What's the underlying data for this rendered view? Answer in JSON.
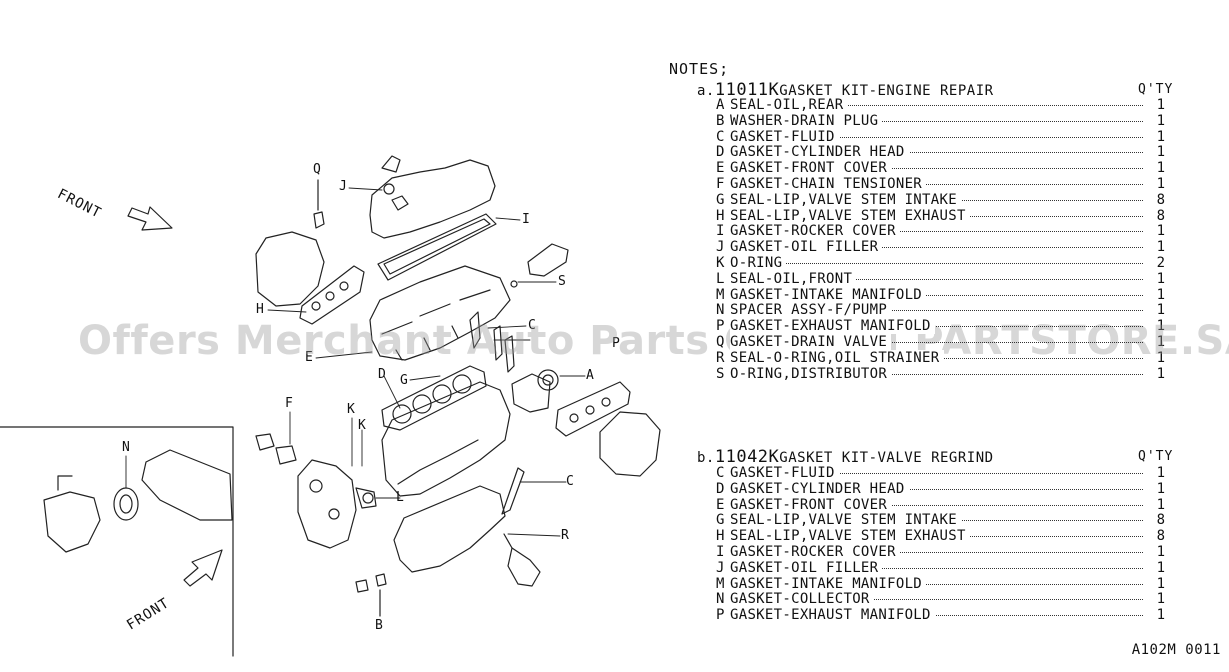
{
  "notes_title": "NOTES;",
  "kits": [
    {
      "marker": "a.",
      "code": "11011K",
      "title": "GASKET KIT-ENGINE REPAIR",
      "qty_header": "Q'TY",
      "items": [
        {
          "letter": "A",
          "desc": "SEAL-OIL,REAR",
          "qty": "1"
        },
        {
          "letter": "B",
          "desc": "WASHER-DRAIN PLUG",
          "qty": "1"
        },
        {
          "letter": "C",
          "desc": "GASKET-FLUID",
          "qty": "1"
        },
        {
          "letter": "D",
          "desc": "GASKET-CYLINDER HEAD",
          "qty": "1"
        },
        {
          "letter": "E",
          "desc": "GASKET-FRONT COVER",
          "qty": "1"
        },
        {
          "letter": "F",
          "desc": "GASKET-CHAIN TENSIONER",
          "qty": "1"
        },
        {
          "letter": "G",
          "desc": "SEAL-LIP,VALVE STEM INTAKE",
          "qty": "8"
        },
        {
          "letter": "H",
          "desc": "SEAL-LIP,VALVE STEM EXHAUST",
          "qty": "8"
        },
        {
          "letter": "I",
          "desc": "GASKET-ROCKER COVER",
          "qty": "1"
        },
        {
          "letter": "J",
          "desc": "GASKET-OIL FILLER",
          "qty": "1"
        },
        {
          "letter": "K",
          "desc": "O-RING",
          "qty": "2"
        },
        {
          "letter": "L",
          "desc": "SEAL-OIL,FRONT",
          "qty": "1"
        },
        {
          "letter": "M",
          "desc": "GASKET-INTAKE MANIFOLD",
          "qty": "1"
        },
        {
          "letter": "N",
          "desc": "SPACER ASSY-F/PUMP",
          "qty": "1"
        },
        {
          "letter": "P",
          "desc": "GASKET-EXHAUST MANIFOLD",
          "qty": "1"
        },
        {
          "letter": "Q",
          "desc": "GASKET-DRAIN VALVE",
          "qty": "1"
        },
        {
          "letter": "R",
          "desc": "SEAL-O-RING,OIL STRAINER",
          "qty": "1"
        },
        {
          "letter": "S",
          "desc": "O-RING,DISTRIBUTOR",
          "qty": "1"
        }
      ]
    },
    {
      "marker": "b.",
      "code": "11042K",
      "title": "GASKET KIT-VALVE REGRIND",
      "qty_header": "Q'TY",
      "items": [
        {
          "letter": "C",
          "desc": "GASKET-FLUID",
          "qty": "1"
        },
        {
          "letter": "D",
          "desc": "GASKET-CYLINDER HEAD",
          "qty": "1"
        },
        {
          "letter": "E",
          "desc": "GASKET-FRONT COVER",
          "qty": "1"
        },
        {
          "letter": "G",
          "desc": "SEAL-LIP,VALVE STEM INTAKE",
          "qty": "8"
        },
        {
          "letter": "H",
          "desc": "SEAL-LIP,VALVE STEM EXHAUST",
          "qty": "8"
        },
        {
          "letter": "I",
          "desc": "GASKET-ROCKER COVER",
          "qty": "1"
        },
        {
          "letter": "J",
          "desc": "GASKET-OIL FILLER",
          "qty": "1"
        },
        {
          "letter": "M",
          "desc": "GASKET-INTAKE MANIFOLD",
          "qty": "1"
        },
        {
          "letter": "N",
          "desc": "GASKET-COLLECTOR",
          "qty": "1"
        },
        {
          "letter": "P",
          "desc": "GASKET-EXHAUST MANIFOLD",
          "qty": "1"
        }
      ]
    }
  ],
  "front_labels": [
    "FRONT",
    "FRONT"
  ],
  "callouts": [
    "Q",
    "J",
    "I",
    "S",
    "H",
    "C",
    "E",
    "D",
    "G",
    "P",
    "A",
    "F",
    "K",
    "K",
    "L",
    "C",
    "R",
    "B",
    "N"
  ],
  "watermark": "Offers Merchant Auto Parts Catalog PARTSTORE.SA",
  "reference_code": "A102M 0011"
}
